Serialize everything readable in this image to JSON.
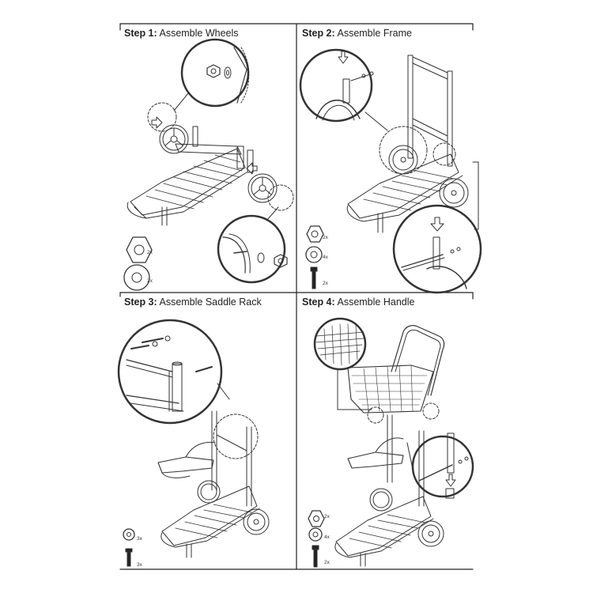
{
  "steps": [
    {
      "label": "Step 1:",
      "title": "Assemble Wheels"
    },
    {
      "label": "Step 2:",
      "title": "Assemble Frame"
    },
    {
      "label": "Step 3:",
      "title": "Assemble Saddle Rack"
    },
    {
      "label": "Step 4:",
      "title": "Assemble Handle"
    }
  ],
  "parts": {
    "step1": {
      "nut_qty": "2x",
      "washer_qty": "2x"
    },
    "step2": {
      "nut_qty": "2x",
      "washer_qty": "4x",
      "bolt_qty": "2x"
    },
    "step3": {
      "washer_qty": "3x",
      "bolt_qty": "3x"
    },
    "step4": {
      "nut_qty": "2x",
      "washer_qty": "4x",
      "bolt_qty": "2x"
    }
  },
  "icons": {
    "nut": "hex-nut-icon",
    "washer": "washer-icon",
    "bolt": "bolt-icon",
    "arrow": "assembly-arrow-icon"
  },
  "colors": {
    "line": "#333333",
    "background": "#ffffff"
  }
}
